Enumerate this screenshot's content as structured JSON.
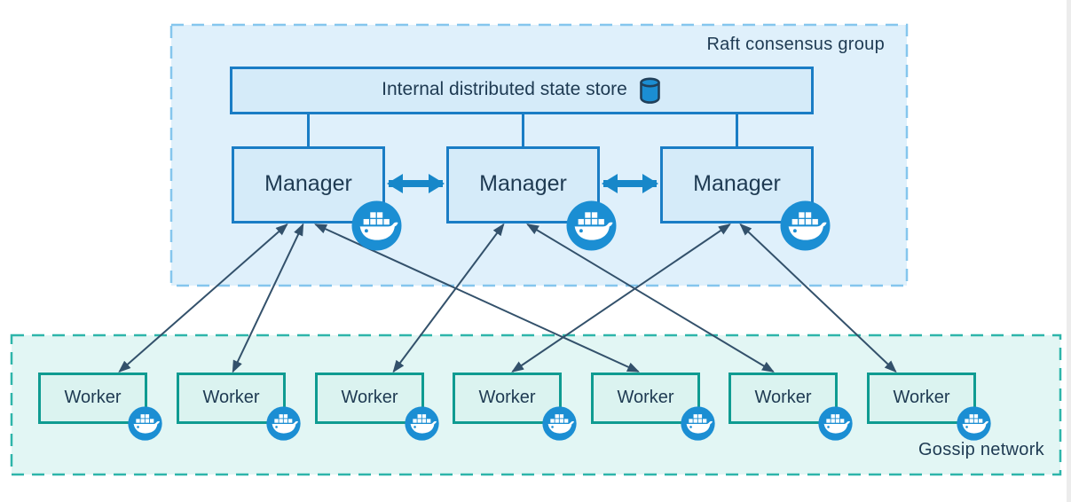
{
  "raft_group": {
    "label": "Raft consensus group"
  },
  "gossip_group": {
    "label": "Gossip network"
  },
  "state_store": {
    "label": "Internal distributed state store",
    "icon": "database-icon"
  },
  "managers": [
    {
      "id": "manager-1",
      "label": "Manager",
      "badge_icon": "docker-whale-icon"
    },
    {
      "id": "manager-2",
      "label": "Manager",
      "badge_icon": "docker-whale-icon"
    },
    {
      "id": "manager-3",
      "label": "Manager",
      "badge_icon": "docker-whale-icon"
    }
  ],
  "workers": [
    {
      "id": "worker-1",
      "label": "Worker",
      "badge_icon": "docker-whale-icon"
    },
    {
      "id": "worker-2",
      "label": "Worker",
      "badge_icon": "docker-whale-icon"
    },
    {
      "id": "worker-3",
      "label": "Worker",
      "badge_icon": "docker-whale-icon"
    },
    {
      "id": "worker-4",
      "label": "Worker",
      "badge_icon": "docker-whale-icon"
    },
    {
      "id": "worker-5",
      "label": "Worker",
      "badge_icon": "docker-whale-icon"
    },
    {
      "id": "worker-6",
      "label": "Worker",
      "badge_icon": "docker-whale-icon"
    },
    {
      "id": "worker-7",
      "label": "Worker",
      "badge_icon": "docker-whale-icon"
    }
  ],
  "store_links": [
    "manager-1",
    "manager-2",
    "manager-3"
  ],
  "manager_peer_links": [
    {
      "from": "manager-1",
      "to": "manager-2",
      "bidirectional": true
    },
    {
      "from": "manager-2",
      "to": "manager-3",
      "bidirectional": true
    }
  ],
  "manager_worker_links": [
    {
      "from": "manager-1",
      "to": "worker-1",
      "bidirectional": true
    },
    {
      "from": "manager-1",
      "to": "worker-2",
      "bidirectional": true
    },
    {
      "from": "manager-1",
      "to": "worker-5",
      "bidirectional": true
    },
    {
      "from": "manager-2",
      "to": "worker-3",
      "bidirectional": true
    },
    {
      "from": "manager-2",
      "to": "worker-6",
      "bidirectional": true
    },
    {
      "from": "manager-3",
      "to": "worker-4",
      "bidirectional": true
    },
    {
      "from": "manager-3",
      "to": "worker-7",
      "bidirectional": true
    }
  ],
  "colors": {
    "raft_fill": "#dff0fb",
    "raft_border": "#85c6ed",
    "gossip_fill": "#e2f6f4",
    "gossip_border": "#2eb5aa",
    "manager_fill": "#d5ebf9",
    "manager_border": "#1a7dc5",
    "worker_fill": "#dbf3f0",
    "worker_border": "#0f9b91",
    "docker_blue": "#1b8ed3",
    "thick_arrow": "#1787c9",
    "thin_link": "#33516b",
    "text": "#1e3a52"
  }
}
